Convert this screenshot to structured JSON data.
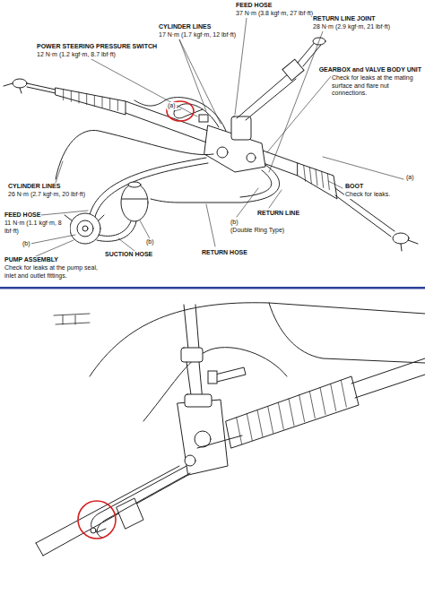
{
  "diagram": {
    "labels": [
      "FEED HOSE",
      "37 N·m (3.8 kgf·m, 27 lbf·ft)",
      "RETURN LINE JOINT",
      "28 N·m (2.9 kgf·m, 21 lbf·ft)",
      "CYLINDER LINES",
      "17 N·m (1.7 kgf·m, 12 lbf·ft)",
      "POWER STEERING PRESSURE SWITCH",
      "12 N·m (1.2 kgf·m, 8.7 lbf·ft)",
      "GEARBOX and VALVE BODY UNIT",
      "Check for leaks at the mating surface and flare nut connections.",
      "(a)",
      "(a)",
      "BOOT",
      "Check for leaks.",
      "CYLINDER LINES",
      "26 N·m (2.7 kgf·m, 20 lbf·ft)",
      "FEED HOSE",
      "11 N·m (1.1 kgf·m, 8 lbf·ft)",
      "(b)",
      "(b)",
      "SUCTION HOSE",
      "(b)",
      "(Double Ring Type)",
      "RETURN LINE",
      "RETURN HOSE",
      "PUMP ASSEMBLY",
      "Check for leaks at the pump seal, inlet and outlet fittings."
    ]
  }
}
